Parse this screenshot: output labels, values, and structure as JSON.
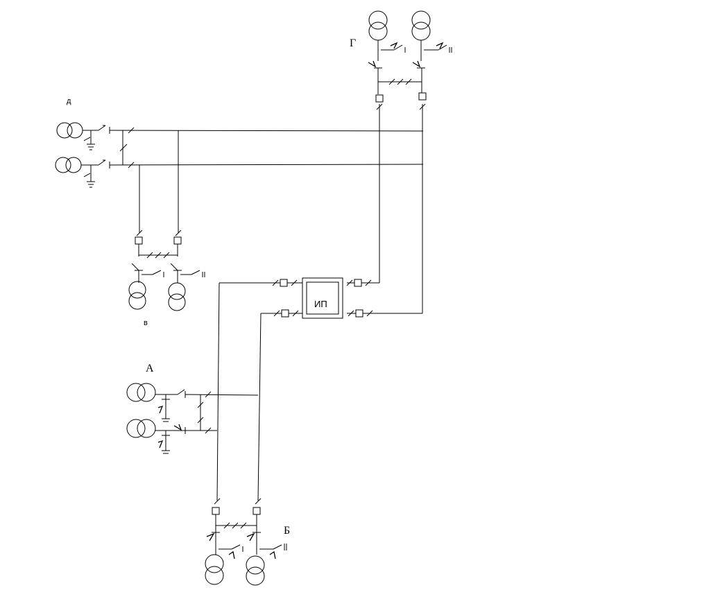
{
  "labels": {
    "d": "д",
    "v": "в",
    "a": "А",
    "b": "Б",
    "g": "Г",
    "ip": "ИП"
  },
  "colors": {
    "line": "#000000",
    "background": "#ffffff"
  }
}
